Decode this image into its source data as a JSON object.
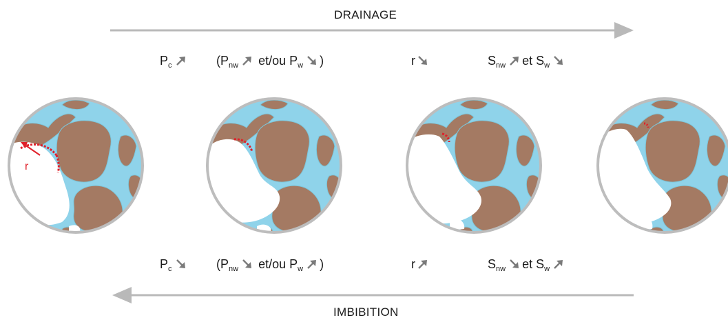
{
  "drainage": {
    "title": "DRAINAGE",
    "items": [
      {
        "sym": "P",
        "sub": "c",
        "dir": "up"
      },
      {
        "open": "(",
        "sym": "P",
        "sub": "nw",
        "dir": "up",
        "mid": "et/ou",
        "sym2": "P",
        "sub2": "w",
        "dir2": "down",
        "close": ")"
      },
      {
        "sym": "r",
        "dir": "down"
      },
      {
        "sym": "S",
        "sub": "nw",
        "dir": "up",
        "mid": "et",
        "sym2": "S",
        "sub2": "w",
        "dir2": "down"
      }
    ]
  },
  "imbibition": {
    "title": "IMBIBITION",
    "items": [
      {
        "sym": "P",
        "sub": "c",
        "dir": "down"
      },
      {
        "open": "(",
        "sym": "P",
        "sub": "nw",
        "dir": "down",
        "mid": "et/ou",
        "sym2": "P",
        "sub2": "w",
        "dir2": "up",
        "close": ")"
      },
      {
        "sym": "r",
        "dir": "up"
      },
      {
        "sym": "S",
        "sub": "nw",
        "dir": "down",
        "mid": "et",
        "sym2": "S",
        "sub2": "w",
        "dir2": "up"
      }
    ]
  },
  "radius_label": "r",
  "colors": {
    "grain": "#a47a63",
    "water": "#8fd3ea",
    "outline": "#bdbdbd",
    "arrow": "#b9b9b9",
    "meniscus": "#e0202a",
    "trend_arrow": "#7a7a7a"
  },
  "stages": 4
}
